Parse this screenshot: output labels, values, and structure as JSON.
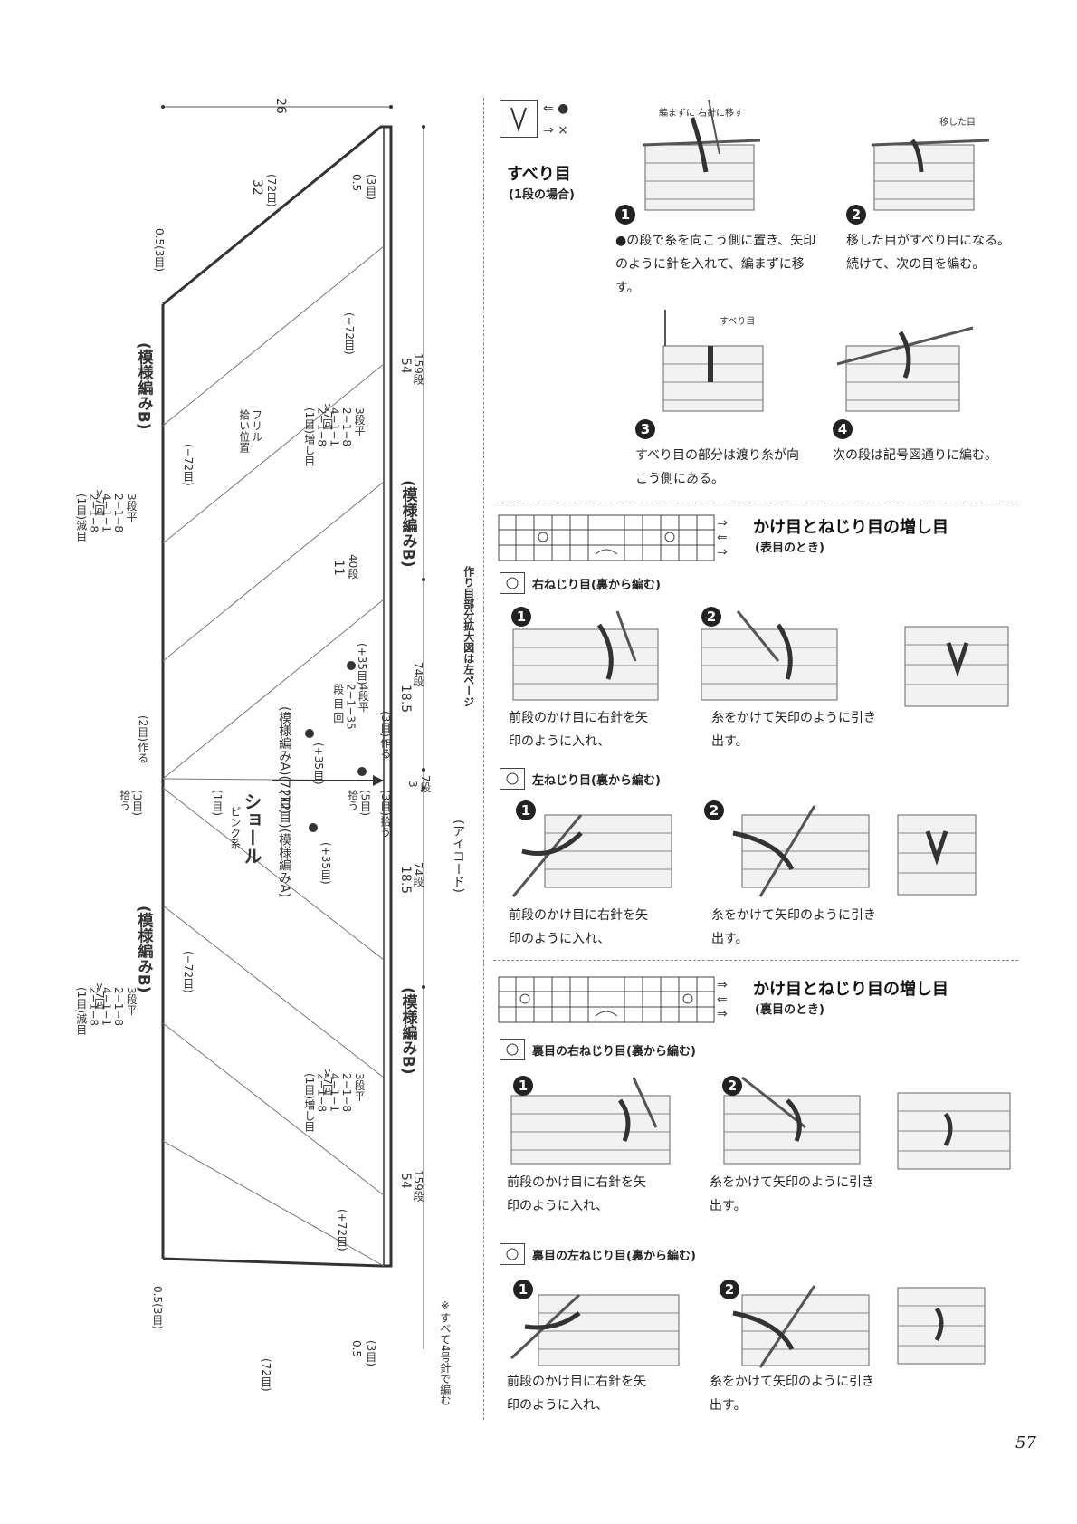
{
  "diagram": {
    "top_width": "26",
    "right_top_height": "54",
    "right_top_rows": "159段",
    "right_bottom_height": "54",
    "right_bottom_rows": "159段",
    "mid_upper_height": "18.5",
    "mid_upper_rows": "74段",
    "mid_lower_height": "18.5",
    "mid_lower_rows": "74段",
    "mid_gap": "3",
    "mid_gap_rows": "7段",
    "section11": "11",
    "section11_rows": "40段",
    "top_edge": "32",
    "top_edge_st": "(72目)",
    "top_left_corner": "0.5(3目)",
    "top_right_corner": "0.5",
    "top_right_corner_st": "(3目)",
    "bottom_left_corner": "0.5(3目)",
    "bottom_right_corner": "0.5",
    "bottom_right_corner_st": "(3目)",
    "bottom_edge_st": "(72目)",
    "plus72_top": "(+72目)",
    "plus72_bottom": "(+72目)",
    "minus72_top": "(−72目)",
    "minus72_bottom": "(−72目)",
    "pattern_b_1": "(模様編みB)",
    "pattern_b_2": "(模様編みB)",
    "pattern_b_3": "(模様編みB)",
    "pattern_b_4": "(模様編みB)",
    "frill": "フリル\n拾い位置",
    "dec_top": "3段平\n2−1−8\n4−1−1\n2−1−8\n(1目)減目",
    "dec_top_times": ">7回",
    "inc_top": "3段平\n2−1−8\n4−1−1\n2−1−8\n(1目)増し目",
    "inc_top_times": ">7回",
    "dec_bottom": "3段平\n2−1−8\n4−1−1\n2−1−8\n(1目)減目",
    "dec_bottom_times": ">7回",
    "inc_bottom": "3段平\n2−1−8\n4−1−1\n2−1−8\n(1目)増し目",
    "inc_bottom_times": ">7回",
    "shawl": "ショール",
    "yarn": "ピンク系",
    "pattern_a": "(模様編みA)(72目)",
    "pattern_a_lower": "(72目)(模様編みA)",
    "one_st": "(1目)",
    "three_st_pick": "(3目)\n拾う",
    "two_st_make": "(2目)作る",
    "plus35_1": "(+35目)",
    "plus35_2": "(+35目)",
    "plus35_3": "(+35目)",
    "inc_35": "4段平\n2−1−35\n段 目 回",
    "five_st_pick": "(5目)\n拾う",
    "three_st_make": "(3目)作る",
    "three_st_pick2": "(3目)拾う",
    "i_cord": "(アイコード)",
    "enlarge_note": "作り目部分拡大図は左ページ",
    "needle_note": "※すべて4号針で編む"
  },
  "slip_stitch": {
    "title": "すべり目",
    "subtitle": "(1段の場合)",
    "arrow_dot": "⇐ ●",
    "arrow_x": "⇒ ×",
    "label_move": "編まずに\n右針に移す",
    "label_moved": "移した目",
    "label_slip": "すべり目",
    "steps": [
      {
        "num": "1",
        "text": "●の段で糸を向こう側に置き、矢印のように針を入れて、編まずに移す。"
      },
      {
        "num": "2",
        "text": "移した目がすべり目になる。続けて、次の目を編む。"
      },
      {
        "num": "3",
        "text": "すべり目の部分は渡り糸が向こう側にある。"
      },
      {
        "num": "4",
        "text": "次の段は記号図通りに編む。"
      }
    ]
  },
  "inc_knit": {
    "title": "かけ目とねじり目の増し目",
    "subtitle": "(表目のとき)",
    "right_label": "右ねじり目(裏から編む)",
    "left_label": "左ねじり目(裏から編む)",
    "right_steps": [
      {
        "num": "1",
        "text": "前段のかけ目に右針を矢印のように入れ、"
      },
      {
        "num": "2",
        "text": "糸をかけて矢印のように引き出す。"
      }
    ],
    "left_steps": [
      {
        "num": "1",
        "text": "前段のかけ目に右針を矢印のように入れ、"
      },
      {
        "num": "2",
        "text": "糸をかけて矢印のように引き出す。"
      }
    ]
  },
  "inc_purl": {
    "title": "かけ目とねじり目の増し目",
    "subtitle": "(裏目のとき)",
    "right_label": "裏目の右ねじり目(裏から編む)",
    "left_label": "裏目の左ねじり目(裏から編む)",
    "right_steps": [
      {
        "num": "1",
        "text": "前段のかけ目に右針を矢印のように入れ、"
      },
      {
        "num": "2",
        "text": "糸をかけて矢印のように引き出す。"
      }
    ],
    "left_steps": [
      {
        "num": "1",
        "text": "前段のかけ目に右針を矢印のように入れ、"
      },
      {
        "num": "2",
        "text": "糸をかけて矢印のように引き出す。"
      }
    ]
  },
  "page_number": "57"
}
